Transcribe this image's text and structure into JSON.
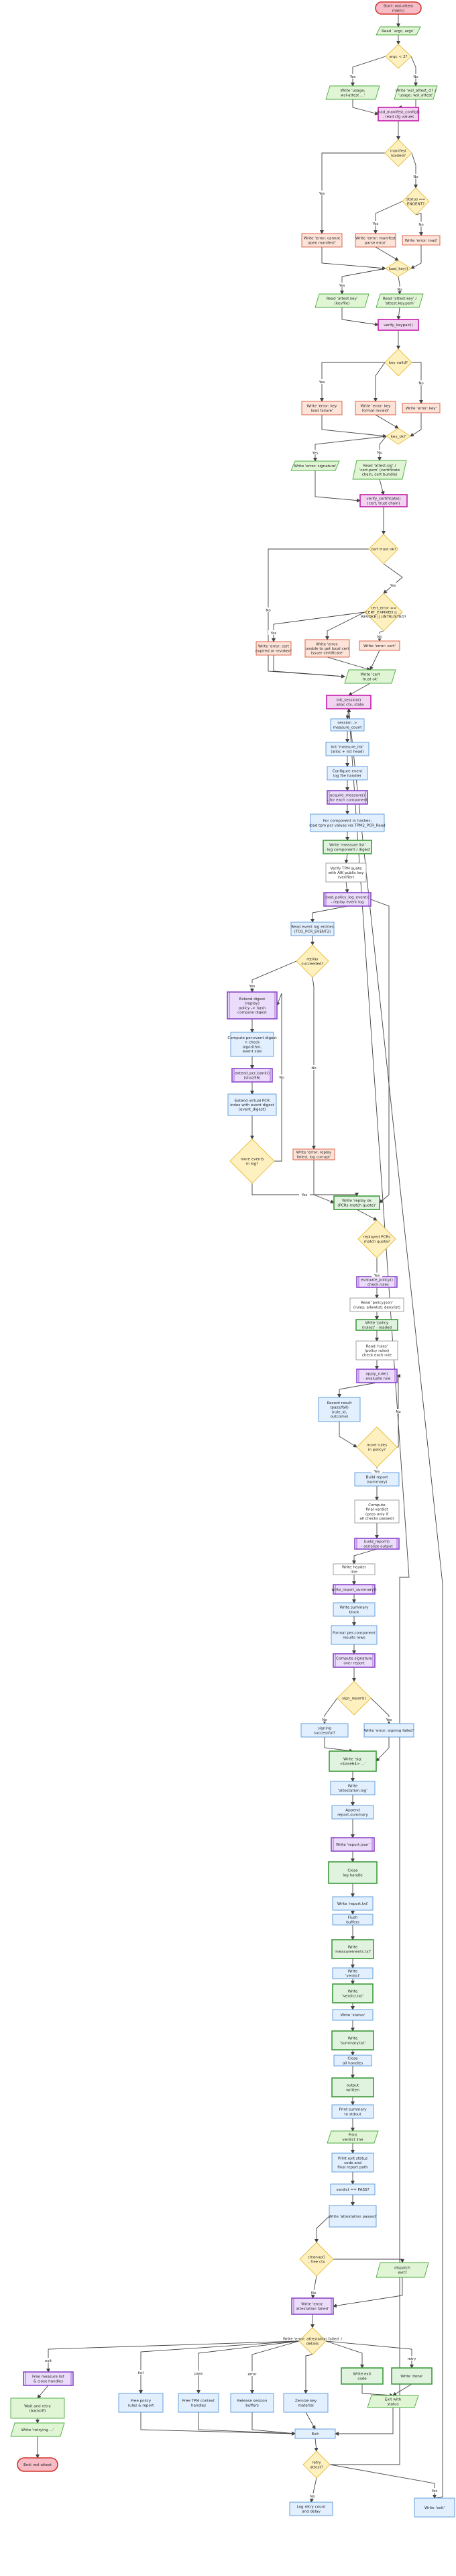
{
  "colors": {
    "terminal_fill": "#f8bcc6",
    "terminal_stroke": "#d0342c",
    "io_fill": "#dff5d4",
    "io_stroke": "#4bab3e",
    "call_fill": "#f2d4f2",
    "call_stroke": "#c21ba6",
    "decision_fill": "#fff1bf",
    "decision_stroke": "#e4bb3c",
    "error_fill": "#fde3d8",
    "error_stroke": "#d9573c",
    "process_fill": "#e1efff",
    "process_stroke": "#5796d8",
    "sub_fill": "#ecdcfb",
    "sub_stroke": "#8b47c9",
    "store_fill": "#e0f3de",
    "store_stroke": "#3d9a3c",
    "white_fill": "#ffffff",
    "white_stroke": "#999999",
    "edge": "#444444"
  },
  "nodes": {
    "n1": [
      "Start: wsl-attest",
      "main()"
    ],
    "n2": [
      "Read `argc, argv`"
    ],
    "n3": [
      "argc < 2?"
    ],
    "n4": [
      "Write 'usage:",
      "wsl-attest ...'"
    ],
    "n5": [
      "Write 'wsl_attest_cli' /",
      "'usage: wsl_attest'"
    ],
    "n6": [
      "load_manifest_config()",
      "- read cfg values"
    ],
    "n7": [
      "manifest",
      "loaded?"
    ],
    "n8": [
      "status ==",
      "ENOENT?"
    ],
    "n9": [
      "Write 'error: cannot",
      "open manifest'"
    ],
    "n10": [
      "Write 'error: manifest",
      "parse error'"
    ],
    "n11": [
      "Write 'error: load'"
    ],
    "n12": [
      "load_key()"
    ],
    "n13": [
      "Read 'attest.key'",
      "(keyfile)"
    ],
    "n14": [
      "Read 'attest.key' /",
      "'attest.key.pem'"
    ],
    "n15": [
      "verify_keypair()"
    ],
    "n16": [
      "key valid?"
    ],
    "n17": [
      "Write 'error: key",
      "load failure'"
    ],
    "n18": [
      "Write 'error: key",
      "format invalid'"
    ],
    "n19": [
      "Write 'error: key'"
    ],
    "n20": [
      "key_ok?"
    ],
    "n21": [
      "Write 'error: signature'"
    ],
    "n22": [
      "Read 'attest.sig' /",
      "'cert.pem' (certificate",
      "chain, cert bundle)"
    ],
    "n23": [
      "verify_certificate()",
      "(cert, trust chain)"
    ],
    "n24": [
      "cert trust ok?"
    ],
    "n25": [
      "cert_error ==",
      "CERT_EXPIRED || ...",
      "REVOKE || UNTRUSTED?"
    ],
    "n26": [
      "Write 'error: cert",
      "expired or revoked'"
    ],
    "n27": [
      "Write 'error:",
      "unable to get local cert",
      "issuer certificate'"
    ],
    "n28": [
      "Write 'error: cert'"
    ],
    "n29": [
      "Write 'cert",
      "trust ok'"
    ],
    "n30": [
      "init_session()",
      "- alloc ctx, state"
    ],
    "n31": [
      "session ->",
      "measure_count"
    ],
    "n32": [
      "Init 'measure_list'",
      "(alloc + list head)"
    ],
    "n33": [
      "Configure event",
      "log file handler"
    ],
    "n34": [
      "acquire_measure()",
      "- for each component"
    ],
    "n35": [
      "For component in hashes:",
      "load tpm pcr values via TPM2_PCR_Read"
    ],
    "n36": [
      "Write 'measure list'",
      "- log component / digest"
    ],
    "n37": [
      "Verify TPM quote",
      "with AIK public key",
      "(verifier)"
    ],
    "n38": [
      "load_policy_log_event()",
      "- replay event log"
    ],
    "n39": [
      "Read event log entries",
      "(TCG_PCR_EVENT2)"
    ],
    "n40": [
      "replay",
      "succeeded?"
    ],
    "n41": [
      "Extend digest",
      "(replay)",
      "policy -> hash",
      "compute digest"
    ],
    "n42": [
      "Compute per-event digest",
      "+ check",
      "algorithm,",
      "event size"
    ],
    "n43": [
      "extend_pcr_bank()",
      "(sha256)"
    ],
    "n44": [
      "Extend virtual PCR",
      "index with event digest",
      "(event_digest)"
    ],
    "n45": [
      "more events",
      "in log?"
    ],
    "n46": [
      "Write 'error: replay",
      "failed, log corrupt'"
    ],
    "n47": [
      "Write 'replay ok",
      "(PCRs match quote)'"
    ],
    "n48": [
      "replayed PCRs",
      "match quote?"
    ],
    "n49": [
      "evaluate_policy()",
      "- check rules"
    ],
    "n50": [
      "Read 'policy.json'",
      "(rules: allowlist, denylist)"
    ],
    "n51": [
      "Write 'policy",
      "(rules)' - loaded"
    ],
    "n52": [
      "Read 'rules'",
      "(policy rules)",
      "check each rule"
    ],
    "n53": [
      "apply_rule()",
      "- evaluate rule"
    ],
    "n54": [
      "Record result",
      "(pass/fail)",
      "(rule_id,",
      "outcome)"
    ],
    "n55": [
      "more rules",
      "in policy?"
    ],
    "n56": [
      "Build report",
      "(summary)"
    ],
    "n57": [
      "Compute",
      "final verdict",
      "(pass only if",
      "all checks passed)"
    ],
    "n58": [
      "build_report()",
      "- serialize output"
    ],
    "n59": [
      "Write header",
      "line"
    ],
    "n60": [
      "write_report_summary()"
    ],
    "n61": [
      "Write summary",
      "block"
    ],
    "n62": [
      "Format per-component",
      "results rows"
    ],
    "n63": [
      "Compute signature",
      "over report"
    ],
    "n64": [
      "sign_report()"
    ],
    "n65": [
      "signing",
      "successful?"
    ],
    "n66": [
      "Write 'error: signing failed'"
    ],
    "n67": [
      "Write 'sig:",
      "<base64> ...'"
    ],
    "n68": [
      "Write",
      "'attestation.log'"
    ],
    "n69": [
      "Append",
      "report-summary"
    ],
    "n70": [
      "Write 'report.json'"
    ],
    "n71": [
      "Close",
      "log handle"
    ],
    "n72": [
      "Write 'report.txt'"
    ],
    "n73": [
      "Flush",
      "buffers"
    ],
    "n74": [
      "Write",
      "'measurements.txt'"
    ],
    "n75": [
      "Write",
      "'verdict'"
    ],
    "n76": [
      "Write",
      "'verdict.txt'"
    ],
    "n77": [
      "Write 'status'"
    ],
    "n78": [
      "Write",
      "'summary.txt'"
    ],
    "n79": [
      "Close",
      "all handles"
    ],
    "n80": [
      "output",
      "written"
    ],
    "n81": [
      "Print summary",
      "to stdout"
    ],
    "n82": [
      "Print",
      "verdict line"
    ],
    "n83": [
      "Print exit status",
      "code and",
      "final report path"
    ],
    "n84": [
      "verdict == PASS?"
    ],
    "n85": [
      "Write 'attestation passed'"
    ],
    "n86": [
      "cleanup()",
      "- free ctx"
    ],
    "n87": [
      "dispatch",
      "exit?"
    ],
    "n88": [
      "Write 'error:",
      "attestation failed'"
    ],
    "n89": [
      "Write 'error: attestation failed' /",
      "details"
    ],
    "n90": [
      "Free measure list",
      "& close handles"
    ],
    "n91": [
      "Free policy",
      "rules & report"
    ],
    "n92": [
      "Free TPM context",
      "handles"
    ],
    "n93": [
      "Release session",
      "buffers"
    ],
    "n94": [
      "Zeroize key",
      "material"
    ],
    "n95": [
      "Write exit",
      "code"
    ],
    "n96": [
      "Write 'done'"
    ],
    "n97": [
      "Exit with",
      "status"
    ],
    "n98": [
      "Exit"
    ],
    "n99": [
      "retry",
      "attest?"
    ],
    "n100": [
      "Wait and retry",
      "(backoff)"
    ],
    "n101": [
      "Write 'retrying ...'"
    ],
    "n102": [
      "Log retry count",
      "and delay"
    ],
    "n103": [
      "Write 'exit'"
    ],
    "n104": [
      "End: wsl-attest"
    ]
  },
  "edge_labels": {
    "e1": "Yes",
    "e2": "No",
    "e3": "Yes",
    "e4": "No",
    "e5": "Yes",
    "e6": "No",
    "e7": "Yes",
    "e8": "No",
    "e9": "Yes",
    "e10": "No",
    "e11": "Yes",
    "e12": "No",
    "e13": "Yes",
    "e14": "No",
    "e15": "Yes",
    "e16": "No",
    "e17": "Yes",
    "e18": "No",
    "e19": "Yes",
    "e20": "No",
    "e21": "Yes",
    "e22": "No",
    "e23": "Yes",
    "e24": "No",
    "e25": "Yes",
    "e26": "No",
    "e27": "exit",
    "e28": "fail",
    "e29": "pass",
    "e30": "error",
    "e31": "retry",
    "e32": "No",
    "e33": "Yes"
  }
}
